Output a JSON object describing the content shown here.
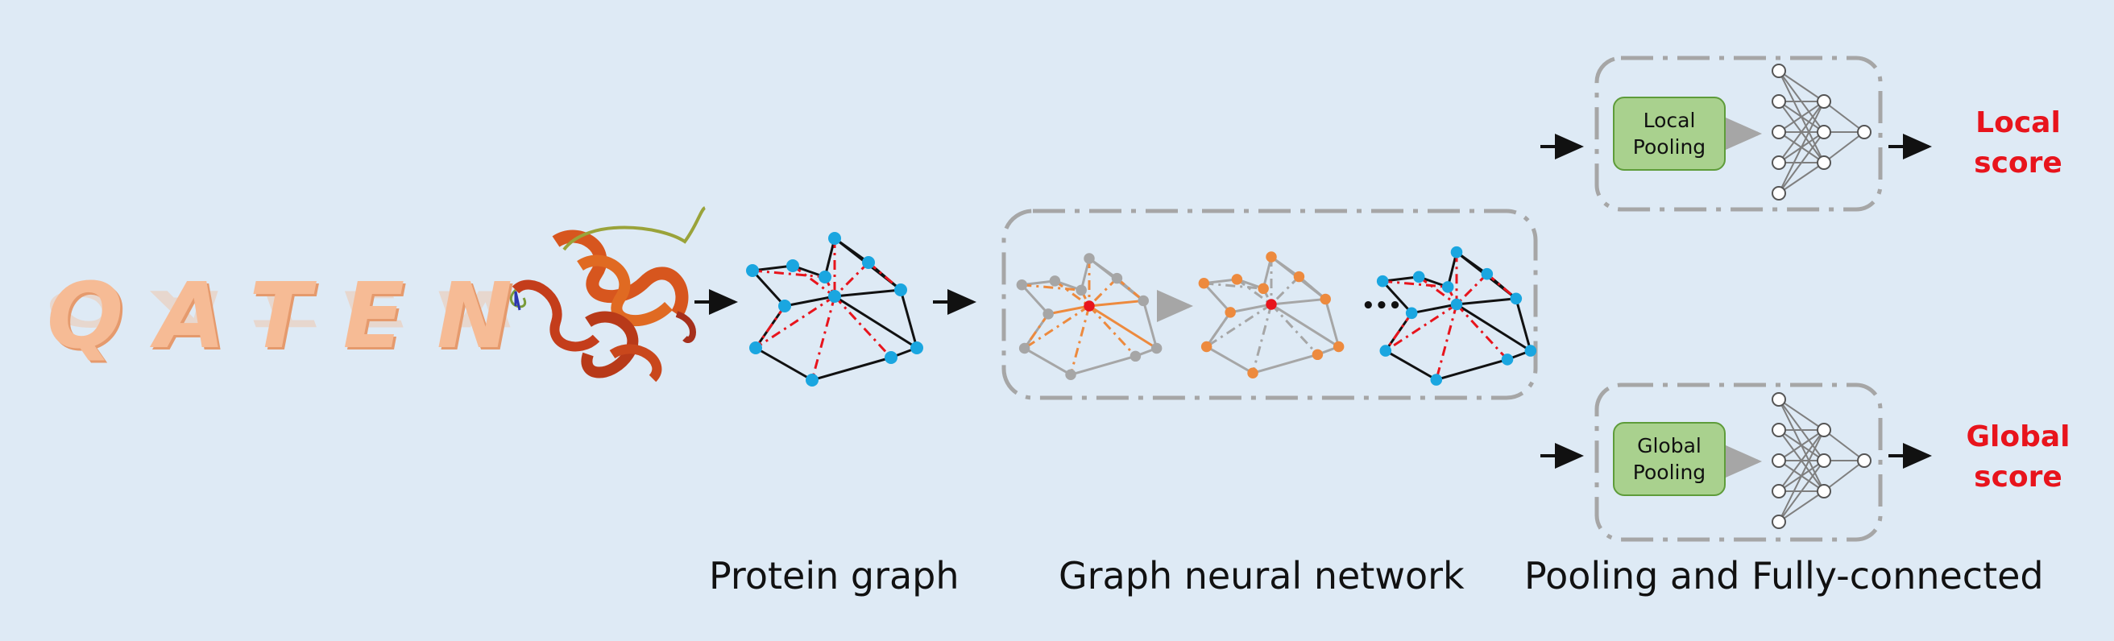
{
  "logo": "QATEN",
  "stage_labels": {
    "protein_graph": "Protein graph",
    "gnn": "Graph neural network",
    "pooling_fc": "Pooling and Fully-connected"
  },
  "local_branch": {
    "pool_line1": "Local",
    "pool_line2": "Pooling",
    "score_line1": "Local",
    "score_line2": "score"
  },
  "global_branch": {
    "pool_line1": "Global",
    "pool_line2": "Pooling",
    "score_line1": "Global",
    "score_line2": "score"
  },
  "ellipsis": "•••",
  "colors": {
    "background": "#deeaf5",
    "node_blue": "#1aa6e0",
    "node_orange": "#ed8a3e",
    "node_red": "#e8141c",
    "edge_black": "#111111",
    "edge_red": "#e8141c",
    "faded_gray": "#a6a6a6",
    "pool_green": "#a9d18e",
    "score_red": "#e8141c",
    "logo_peach": "#f6bb95"
  }
}
